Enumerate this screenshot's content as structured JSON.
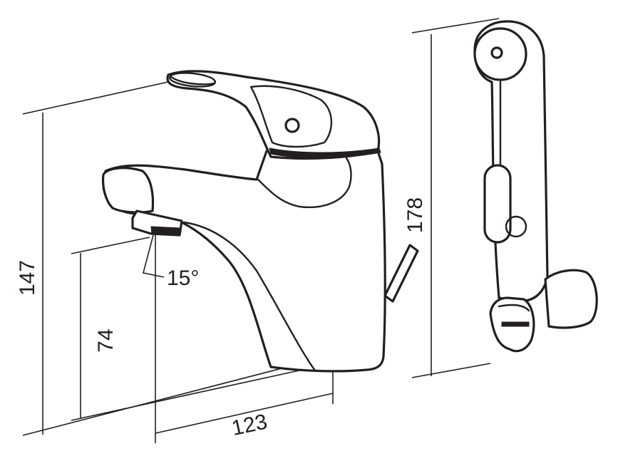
{
  "dimensions": {
    "total_height": "147",
    "spout_height": "74",
    "spout_reach": "123",
    "hose_length": "178",
    "spout_angle": "15°"
  },
  "colors": {
    "line": "#231f20",
    "background": "#ffffff"
  }
}
